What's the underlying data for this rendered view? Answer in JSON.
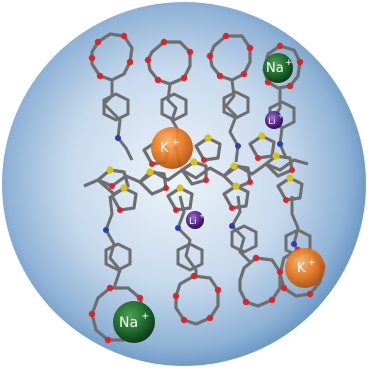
{
  "figure": {
    "ions": [
      {
        "id": "na-top",
        "label": "Na",
        "charge": "+",
        "element": "sodium",
        "color": "#1e6b2e"
      },
      {
        "id": "k-top",
        "label": "K",
        "charge": "+",
        "element": "potassium",
        "color": "#e0701c"
      },
      {
        "id": "li-top",
        "label": "Li",
        "charge": "+",
        "element": "lithium",
        "color": "#5a2a8c"
      },
      {
        "id": "li-mid",
        "label": "Li",
        "charge": "+",
        "element": "lithium",
        "color": "#5a2a8c"
      },
      {
        "id": "k-bottom",
        "label": "K",
        "charge": "+",
        "element": "potassium",
        "color": "#e0701c"
      },
      {
        "id": "na-bottom",
        "label": "Na",
        "charge": "+",
        "element": "sodium",
        "color": "#1e6b2e"
      }
    ],
    "colors": {
      "background_center": "#e9f1f8",
      "background_edge": "#5f8fc0",
      "carbon": "#6e6e6e",
      "oxygen": "#d8262b",
      "sulfur": "#d6c216",
      "nitrogen": "#2b3fb0"
    }
  }
}
